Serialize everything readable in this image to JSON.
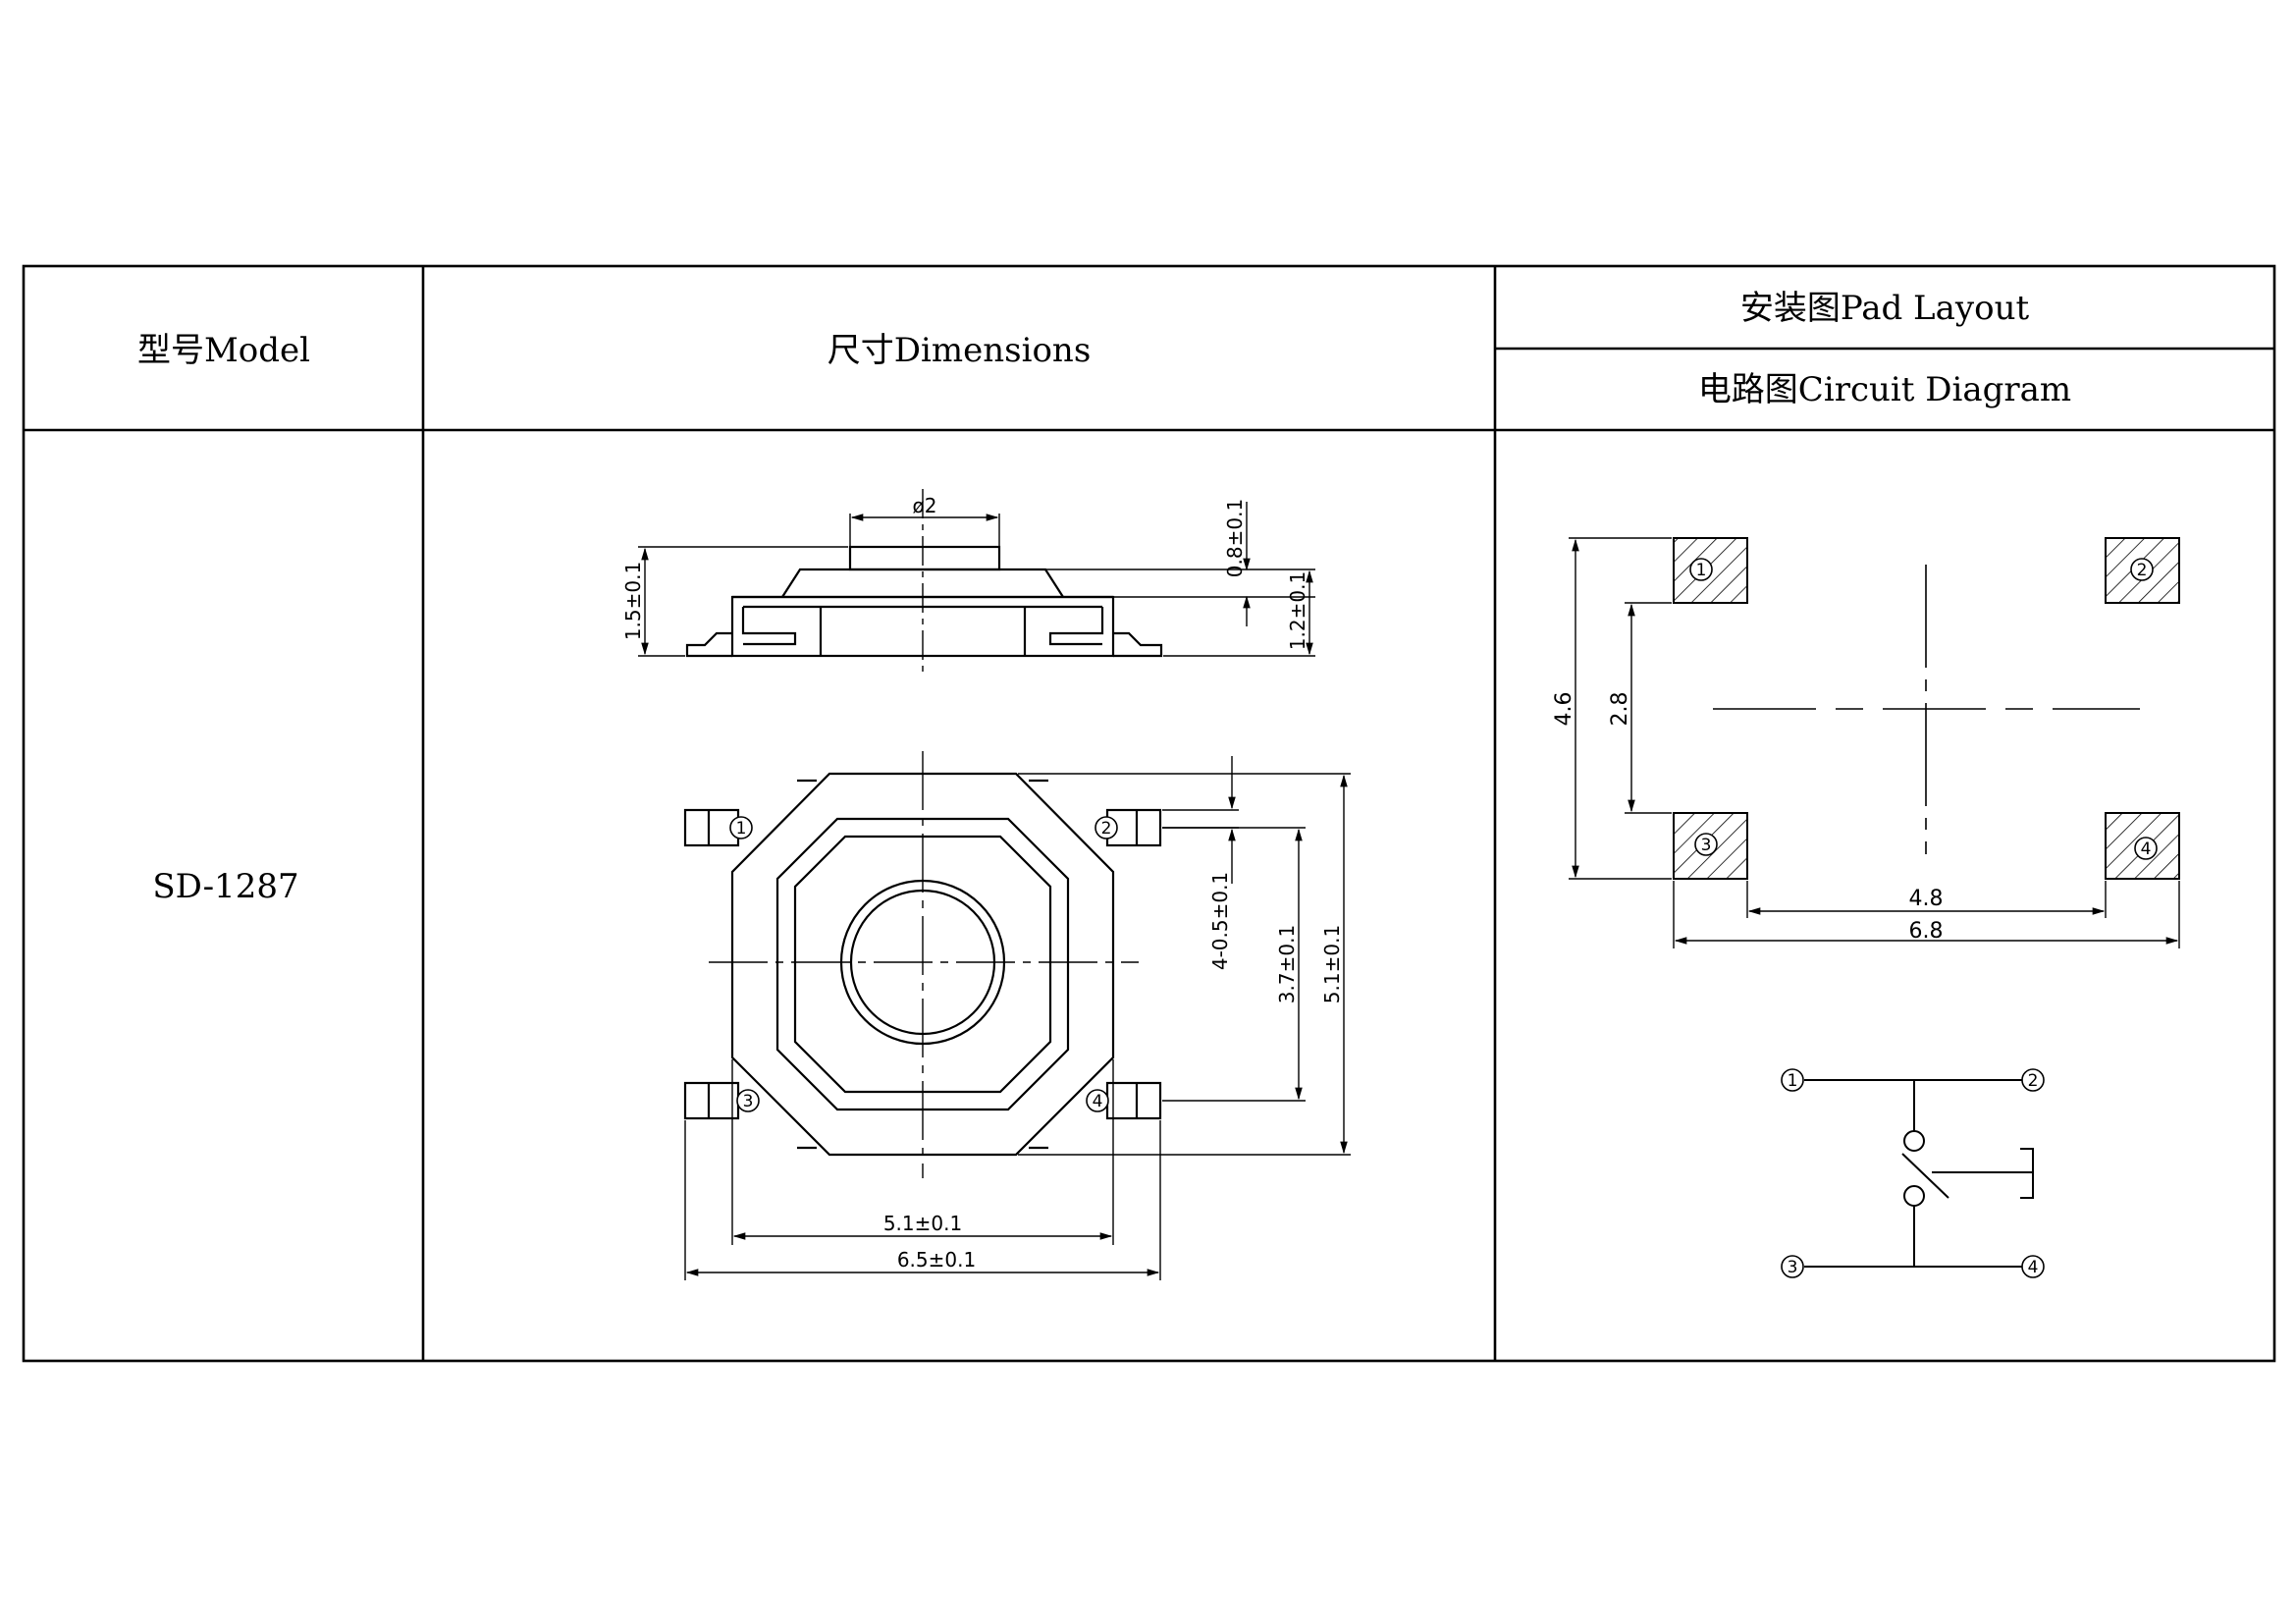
{
  "table": {
    "col_model_header": "型号Model",
    "col_dimensions_header": "尺寸Dimensions",
    "col_pad_header": "安装图Pad Layout",
    "col_circuit_header": "电路图Circuit Diagram",
    "model_value": "SD-1287"
  },
  "side_view": {
    "dia_label": "ø2",
    "total_height_label": "1.5±0.1",
    "actuator_height_label": "0.8±0.1",
    "body_height_label": "1.2±0.1"
  },
  "top_view": {
    "terminal_width_label": "4-0.5±0.1",
    "pin_pitch_label": "3.7±0.1",
    "body_height_label": "5.1±0.1",
    "body_width_label": "5.1±0.1",
    "overall_width_label": "6.5±0.1",
    "pins": [
      "1",
      "2",
      "3",
      "4"
    ]
  },
  "pad_layout": {
    "outer_height_label": "4.6",
    "inner_height_label": "2.8",
    "inner_width_label": "4.8",
    "outer_width_label": "6.8",
    "pads": [
      "1",
      "2",
      "3",
      "4"
    ]
  },
  "circuit": {
    "pins": [
      "1",
      "2",
      "3",
      "4"
    ]
  }
}
